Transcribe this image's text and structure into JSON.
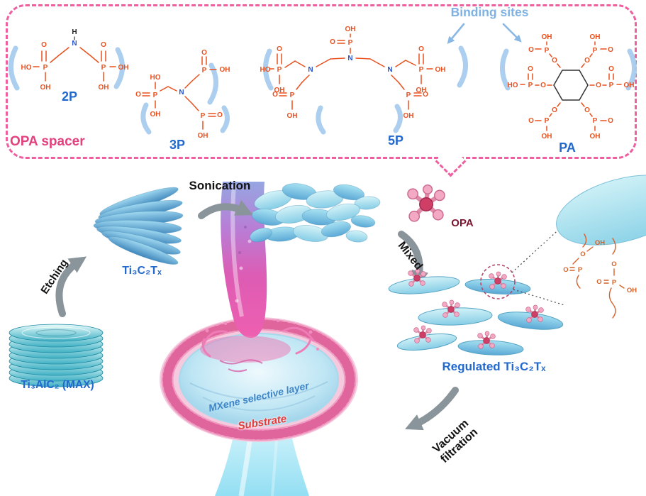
{
  "panel": {
    "opa_spacer": "OPA spacer",
    "binding_sites": "Binding sites",
    "molecules": {
      "p2": "2P",
      "p3": "3P",
      "p5": "5P",
      "pa": "PA"
    }
  },
  "atoms": {
    "OH": "OH",
    "HO": "HO",
    "O": "O",
    "P": "P",
    "N": "N",
    "H": "H"
  },
  "flow": {
    "etching": "Etching",
    "sonication": "Sonication",
    "mixed": "Mixed",
    "vacuum_filtration": "Vacuum filtration",
    "opa": "OPA",
    "max_phase": "Ti₃AlC₂ (MAX)",
    "mxene": "Ti₃C₂Tₓ",
    "regulated_mxene": "Regulated Ti₃C₂Tₓ"
  },
  "membrane": {
    "selective_layer": "MXene selective layer",
    "substrate": "Substrate"
  },
  "colors": {
    "panel_border": "#ef5f9f",
    "opa_spacer_text": "#e2417e",
    "binding_sites_text": "#7fb1e2",
    "molecule_label_text": "#2368cc",
    "structure_bonds": "#e8511f",
    "nitrogen": "#2a53c9",
    "opa_label_text": "#7c1430",
    "arrow": "#8a949b",
    "flake_cyan": "#8fd2e6",
    "membrane_rim": "#dd5f98"
  }
}
